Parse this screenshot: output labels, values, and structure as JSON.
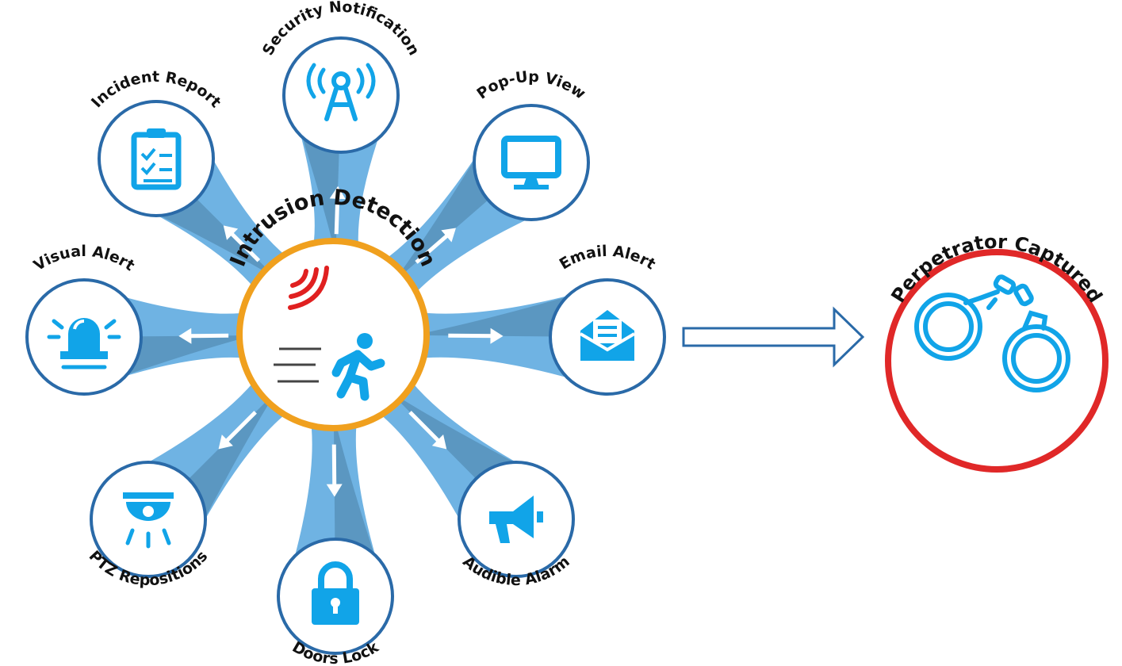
{
  "colors": {
    "petal_fill": "#6fb3e3",
    "petal_shadow": "#4b7fa6",
    "ring_stroke": "#2a6aa8",
    "icon": "#11a4e8",
    "hub_ring": "#f0a01e",
    "radio_waves": "#e02020",
    "capture_ring": "#e02828",
    "big_arrow": "#2a6aa8"
  },
  "hub": {
    "label": "Intrusion Detection",
    "icons": [
      "radio-waves-icon",
      "running-person-icon"
    ]
  },
  "nodes": [
    {
      "key": "security",
      "label": "Security Notification",
      "icon": "antenna-icon"
    },
    {
      "key": "popup",
      "label": "Pop-Up View",
      "icon": "monitor-icon"
    },
    {
      "key": "email",
      "label": "Email Alert",
      "icon": "envelope-icon"
    },
    {
      "key": "audible",
      "label": "Audible Alarm",
      "icon": "megaphone-icon"
    },
    {
      "key": "doors",
      "label": "Doors Lock",
      "icon": "padlock-icon"
    },
    {
      "key": "ptz",
      "label": "PTZ Repositions",
      "icon": "ptz-camera-icon"
    },
    {
      "key": "visual",
      "label": "Visual Alert",
      "icon": "siren-light-icon"
    },
    {
      "key": "incident",
      "label": "Incident Report",
      "icon": "clipboard-icon"
    }
  ],
  "result": {
    "label": "Perpetrator Captured",
    "icon": "handcuffs-icon"
  }
}
